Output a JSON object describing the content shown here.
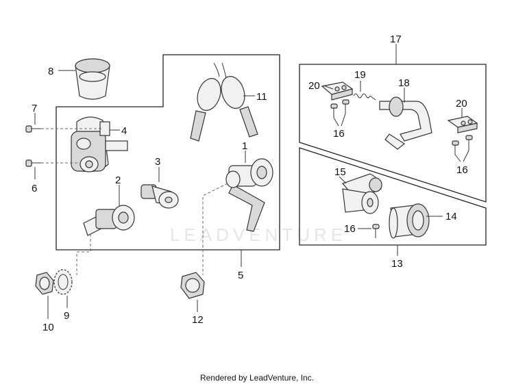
{
  "callouts": {
    "c1": "1",
    "c2": "2",
    "c3": "3",
    "c4": "4",
    "c5": "5",
    "c6": "6",
    "c7": "7",
    "c8": "8",
    "c9": "9",
    "c10": "10",
    "c11": "11",
    "c12": "12",
    "c13": "13",
    "c14": "14",
    "c15": "15",
    "c16a": "16",
    "c16b": "16",
    "c16c": "16",
    "c17": "17",
    "c18": "18",
    "c19": "19",
    "c20a": "20",
    "c20b": "20"
  },
  "watermark": "LEADVENTURE",
  "footer": {
    "credit": "Rendered by LeadVenture, Inc."
  }
}
